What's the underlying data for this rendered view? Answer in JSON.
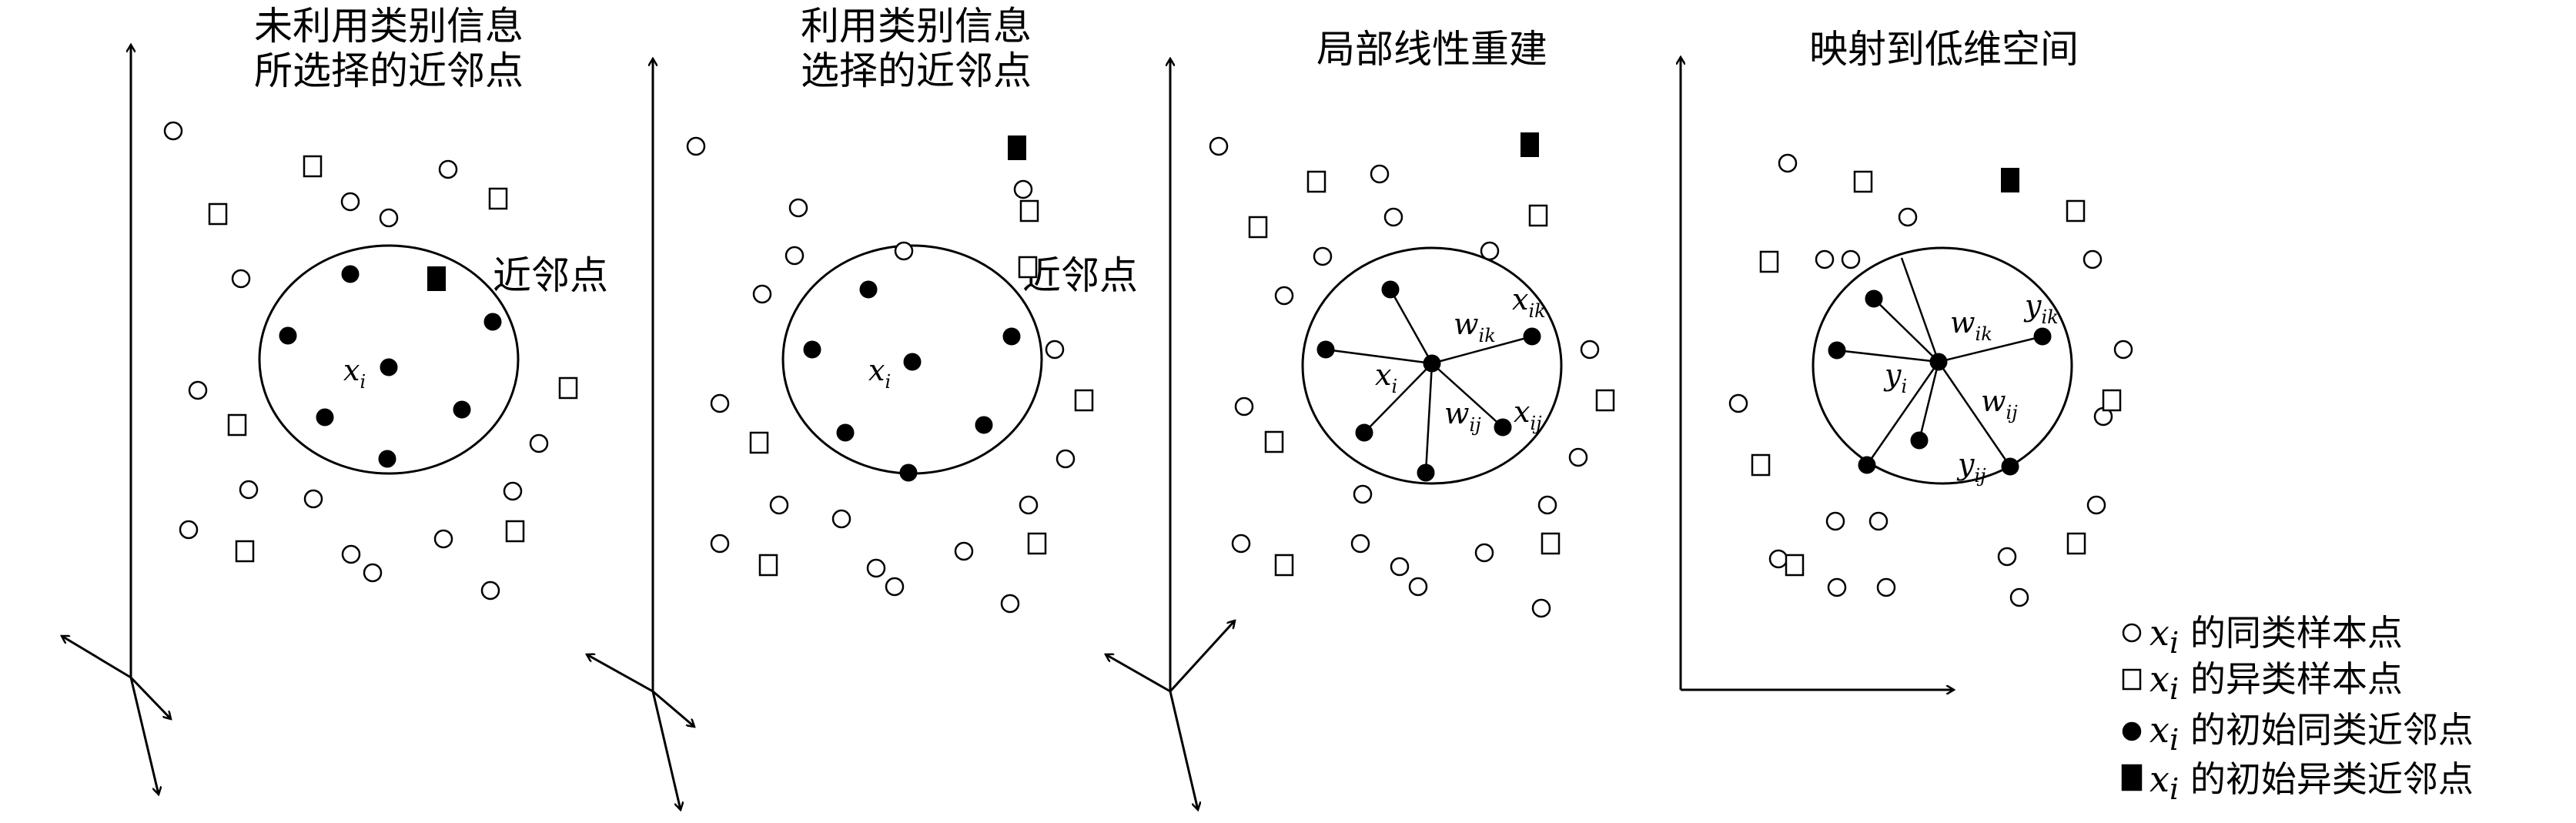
{
  "titles": {
    "panel1_line1": "未利用类别信息",
    "panel1_line2": "所选择的近邻点",
    "panel2_line1": "利用类别信息",
    "panel2_line2": "选择的近邻点",
    "panel3": "局部线性重建",
    "panel4": "映射到低维空间"
  },
  "neighbor_label": "近邻点",
  "math": {
    "x": "x",
    "y": "y",
    "w": "w",
    "sub_i": "i",
    "sub_ik": "ik",
    "sub_ij": "ij"
  },
  "legend": [
    {
      "symbol": "open-circle",
      "var": "x",
      "sub": "i",
      "text": " 的同类样本点"
    },
    {
      "symbol": "open-square",
      "var": "x",
      "sub": "i",
      "text": " 的异类样本点"
    },
    {
      "symbol": "filled-circle",
      "var": "x",
      "sub": "i",
      "text": " 的初始同类近邻点"
    },
    {
      "symbol": "filled-square",
      "var": "x",
      "sub": "i",
      "text": " 的初始异类近邻点"
    }
  ],
  "colors": {
    "ink": "#000000",
    "background": "#ffffff"
  }
}
